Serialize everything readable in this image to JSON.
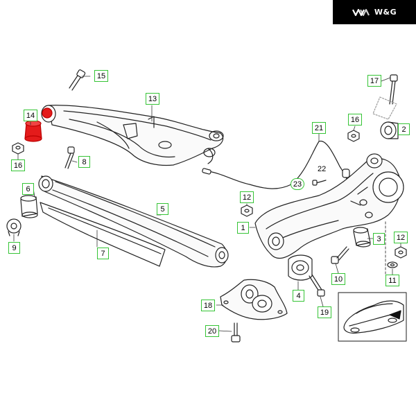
{
  "brand": {
    "logo_text": "W&G",
    "logo_icon": "ww-chevron-logo-icon",
    "background": "#000000",
    "text_color": "#ffffff"
  },
  "diagram": {
    "type": "exploded-parts-diagram",
    "highlight_color": "#e41b1b",
    "callout_border_color": "#35c435",
    "line_color": "#222222"
  },
  "callouts": {
    "c1": "1",
    "c2": "2",
    "c3": "3",
    "c4": "4",
    "c5": "5",
    "c6": "6",
    "c7": "7",
    "c8": "8",
    "c9": "9",
    "c10": "10",
    "c11": "11",
    "c12a": "12",
    "c12b": "12",
    "c13": "13",
    "c14": "14",
    "c15": "15",
    "c16a": "16",
    "c16b": "16",
    "c17": "17",
    "c18": "18",
    "c19": "19",
    "c20": "20",
    "c21": "21",
    "c22": "22",
    "c23": "23"
  }
}
